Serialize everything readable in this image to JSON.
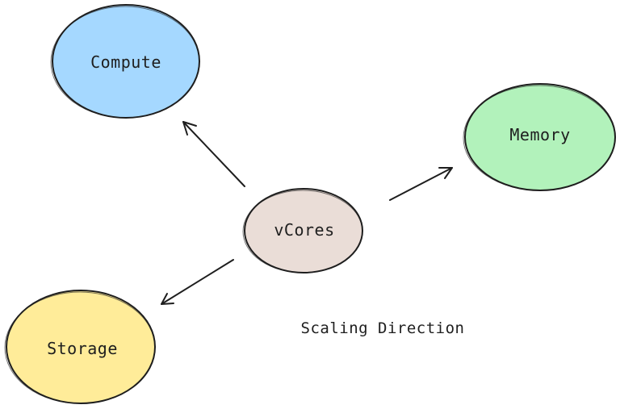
{
  "nodes": {
    "compute": {
      "label": "Compute",
      "fill": "#a5d8ff"
    },
    "memory": {
      "label": "Memory",
      "fill": "#b2f2bb"
    },
    "vcores": {
      "label": "vCores",
      "fill": "#eaddd7"
    },
    "storage": {
      "label": "Storage",
      "fill": "#ffec99"
    }
  },
  "annotation": {
    "text": "Scaling Direction"
  },
  "colors": {
    "stroke": "#1e1e1e",
    "background": "#ffffff"
  }
}
